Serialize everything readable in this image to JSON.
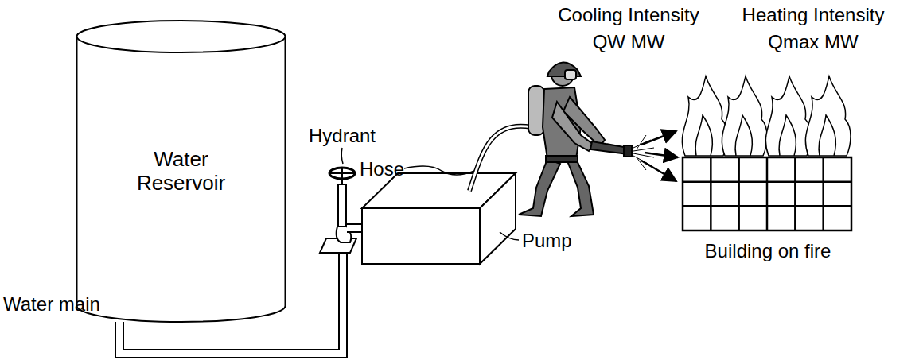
{
  "diagram": {
    "nodes": [
      {
        "text": [
          "Water Reservoir"
        ]
      },
      {
        "text": [
          "Building on fire"
        ]
      }
    ],
    "labels": [
      "Water main",
      "Hydrant",
      "Hose",
      "Pump",
      "Cooling Intensity",
      "QW MW",
      "Heating Intensity",
      "Qmax MW"
    ]
  }
}
